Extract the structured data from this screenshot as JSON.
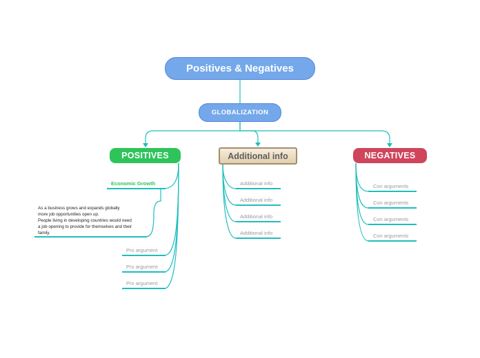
{
  "root": {
    "label": "Positives & Negatives"
  },
  "center": {
    "label": "GLOBALIZATION"
  },
  "branches": {
    "positives": {
      "label": "POSITIVES",
      "sub_label": "Economic Growth",
      "note_lines": [
        "As a business grows and expands globally",
        "more job opportunities open up.",
        "People living in developing countries would need",
        "a job opening to provide for themselves and their",
        "family."
      ],
      "items": [
        "Pro argument",
        "Pro argument",
        "Pro argument"
      ]
    },
    "additional": {
      "label": "Additional info",
      "items": [
        "Additional info",
        "Additional info",
        "Additional info",
        "Additional info"
      ]
    },
    "negatives": {
      "label": "NEGATIVES",
      "items": [
        "Con arguments",
        "Con arguments",
        "Con arguments",
        "Con arguments"
      ]
    }
  },
  "colors": {
    "connector": "#1fbdbd",
    "root_fill": "#74a8ea",
    "positives_fill": "#2fc45a",
    "negatives_fill": "#cf455c",
    "additional_fill": "#eadbc2"
  }
}
